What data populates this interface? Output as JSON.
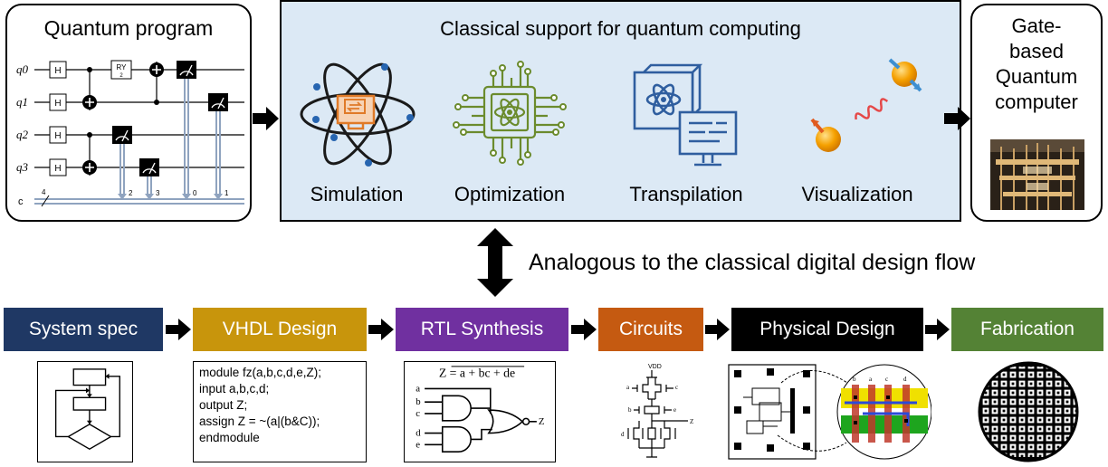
{
  "quantum_program": {
    "title": "Quantum program",
    "qubits": [
      "q0",
      "q1",
      "q2",
      "q3"
    ],
    "classical_register": "c",
    "register_size": "4",
    "gate_labels": {
      "hadamard": "H",
      "ry": "RY",
      "ry_param": "2"
    },
    "measure_targets": [
      "2",
      "3",
      "0",
      "1"
    ]
  },
  "classical_support": {
    "title": "Classical support for quantum computing",
    "tools": [
      {
        "label": "Simulation"
      },
      {
        "label": "Optimization"
      },
      {
        "label": "Transpilation"
      },
      {
        "label": "Visualization"
      }
    ]
  },
  "quantum_computer": {
    "title_lines": [
      "Gate-",
      "based",
      "Quantum",
      "computer"
    ]
  },
  "analogy": {
    "label": "Analogous to the classical digital design flow"
  },
  "design_flow": {
    "stages": [
      {
        "label": "System spec",
        "color": "#1f3864"
      },
      {
        "label": "VHDL Design",
        "color": "#c8950c"
      },
      {
        "label": "RTL Synthesis",
        "color": "#7030a0"
      },
      {
        "label": "Circuits",
        "color": "#c55a11"
      },
      {
        "label": "Physical Design",
        "color": "#000000"
      },
      {
        "label": "Fabrication",
        "color": "#548235"
      }
    ],
    "vhdl_code": [
      "module fz(a,b,c,d,e,Z);",
      "input a,b,c,d;",
      "output Z;",
      "assign Z = ~(a|(b&C));",
      "endmodule"
    ],
    "rtl_equation": "Z = a + bc + de",
    "rtl_inputs": [
      "a",
      "b",
      "c",
      "d",
      "e"
    ],
    "rtl_output": "Z",
    "circuit_labels": {
      "vdd": "VDD",
      "output": "Z",
      "a": "a",
      "b": "b",
      "c": "c",
      "d": "d",
      "e": "e"
    },
    "layout_labels": [
      "b",
      "a",
      "c",
      "d"
    ]
  },
  "colors": {
    "support_fill": "#dce9f5",
    "bloch_orange": "#f5a000",
    "bloch_blue": "#3d8fd1",
    "atom_blue": "#2765b0",
    "opt_green": "#6b8b2d",
    "transp_blue": "#2f5e9f"
  }
}
